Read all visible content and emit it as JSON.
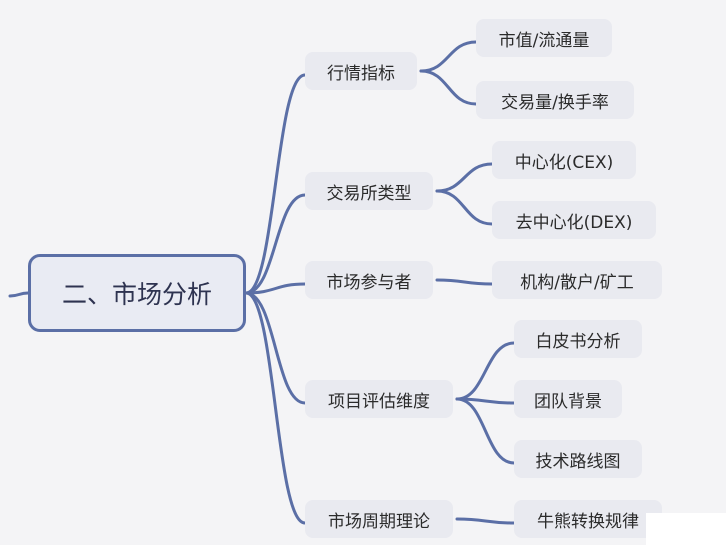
{
  "root": {
    "label": "二、市场分析"
  },
  "branches": [
    {
      "label": "行情指标",
      "children": [
        "市值/流通量",
        "交易量/换手率"
      ]
    },
    {
      "label": "交易所类型",
      "children": [
        "中心化(CEX)",
        "去中心化(DEX)"
      ]
    },
    {
      "label": "市场参与者",
      "children": [
        "机构/散户/矿工"
      ]
    },
    {
      "label": "项目评估维度",
      "children": [
        "白皮书分析",
        "团队背景",
        "技术路线图"
      ]
    },
    {
      "label": "市场周期理论",
      "children": [
        "牛熊转换规律"
      ]
    }
  ],
  "colors": {
    "line": "#5b6fa6",
    "node_bg": "#e9eaf0",
    "root_border": "#5b6fa6"
  }
}
